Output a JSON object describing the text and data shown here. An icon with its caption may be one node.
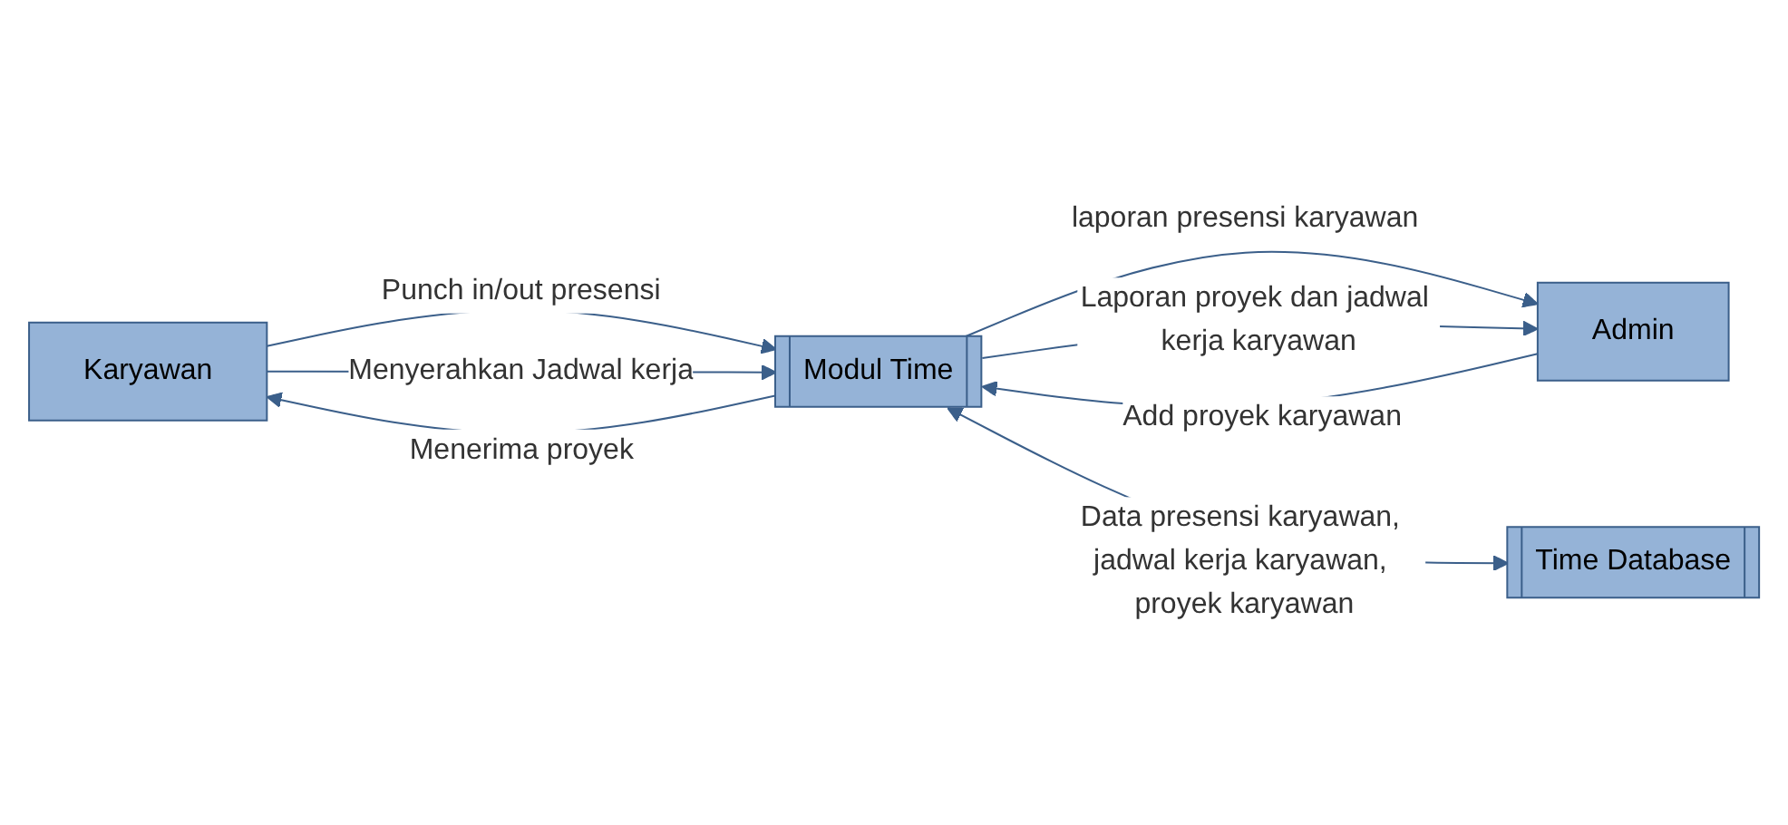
{
  "diagram": {
    "nodes": [
      {
        "text": [
          "Karyawan"
        ]
      },
      {
        "text": [
          "Modul Time"
        ]
      },
      {
        "text": [
          "Admin"
        ]
      },
      {
        "text": [
          "Time Database"
        ]
      }
    ],
    "edges": [
      {
        "from": 0,
        "to": 1,
        "arrow": "to",
        "label": "Punch in/out presensi"
      },
      {
        "from": 0,
        "to": 1,
        "arrow": "to",
        "label": "Menyerahkan Jadwal kerja"
      },
      {
        "from": 1,
        "to": 0,
        "arrow": "to",
        "label": "Menerima proyek"
      },
      {
        "from": 1,
        "to": 2,
        "arrow": "to",
        "label": "laporan presensi karyawan"
      },
      {
        "from": 1,
        "to": 2,
        "arrow": "to",
        "label": "Laporan proyek dan jadwal kerja karyawan"
      },
      {
        "from": 2,
        "to": 1,
        "arrow": "to",
        "label": "Add proyek karyawan"
      },
      {
        "from": 1,
        "to": 3,
        "arrow": "both",
        "label": "Data presensi karyawan, jadwal kerja karyawan, proyek karyawan"
      }
    ]
  }
}
